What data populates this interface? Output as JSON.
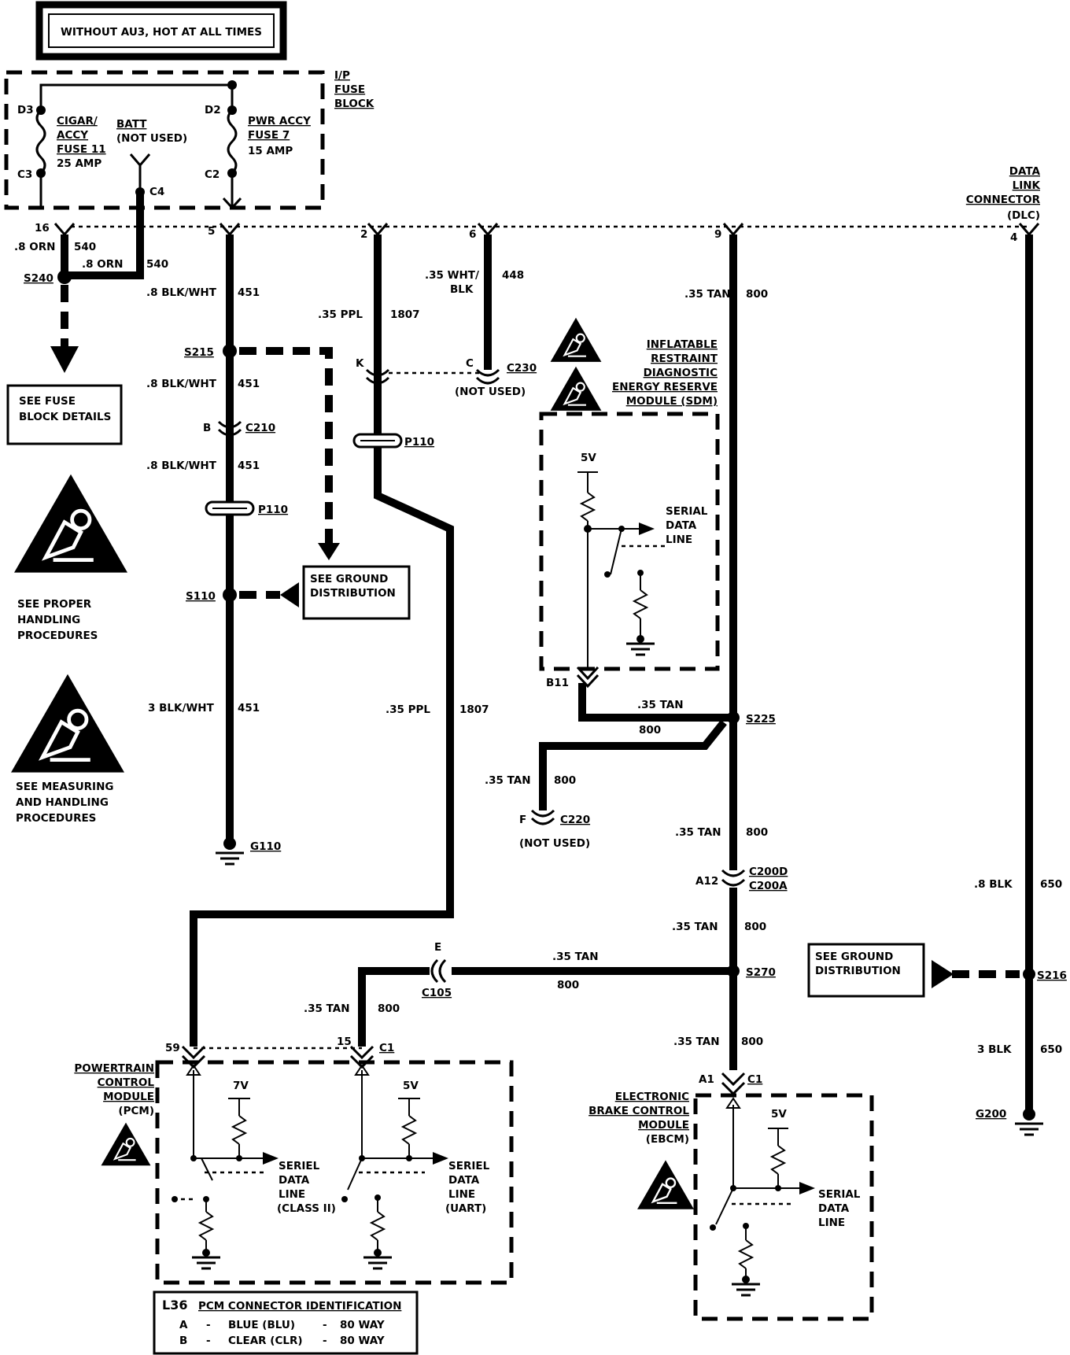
{
  "header": {
    "title": "WITHOUT AU3, HOT AT ALL TIMES"
  },
  "fuse_block": {
    "title": [
      "I/P",
      "FUSE",
      "BLOCK"
    ],
    "left_top_pin": "D3",
    "left_bottom_pin": "C3",
    "right_top_pin": "D2",
    "right_bottom_pin": "C2",
    "c4_pin": "C4",
    "fuse11": [
      "CIGAR/",
      "ACCY",
      "FUSE 11",
      "25 AMP"
    ],
    "batt": [
      "BATT",
      "(NOT USED)"
    ],
    "fuse7": [
      "PWR ACCY",
      "FUSE 7",
      "15 AMP"
    ]
  },
  "dlc": {
    "title": [
      "DATA",
      "LINK",
      "CONNECTOR"
    ],
    "abbr": "(DLC)",
    "pins": {
      "p16": "16",
      "p5": "5",
      "p2": "2",
      "p6": "6",
      "p9": "9",
      "p4": "4"
    }
  },
  "wires": {
    "w540_left": ".8 ORN",
    "w540_left_num": "540",
    "w540_right": ".8 ORN",
    "w540_right_num": "540",
    "w451_a": ".8 BLK/WHT",
    "w451_a_num": "451",
    "w451_b": ".8 BLK/WHT",
    "w451_b_num": "451",
    "w451_c": ".8 BLK/WHT",
    "w451_c_num": "451",
    "w451_d": "3 BLK/WHT",
    "w451_d_num": "451",
    "w1807_a": ".35 PPL",
    "w1807_a_num": "1807",
    "w1807_b": ".35 PPL",
    "w1807_b_num": "1807",
    "w448": [
      ".35 WHT/",
      "BLK"
    ],
    "w448_num": "448",
    "w800_a": ".35 TAN",
    "w800_a_num": "800",
    "w800_b": ".35 TAN",
    "w800_b_num": "800",
    "w800_c": ".35 TAN",
    "w800_c_num": "800",
    "w800_d": ".35 TAN",
    "w800_d_num": "800",
    "w800_e": ".35 TAN",
    "w800_e_num": "800",
    "w800_f": ".35 TAN",
    "w800_f_num": "800",
    "w800_g": ".35 TAN",
    "w800_g_num": "800",
    "w800_h": ".35 TAN",
    "w800_h_num": "800",
    "w650_a": ".8 BLK",
    "w650_a_num": "650",
    "w650_b": "3 BLK",
    "w650_b_num": "650"
  },
  "splices": {
    "s240": "S240",
    "s215a": "S215",
    "s110": "S110",
    "s225": "S225",
    "s270": "S270",
    "s216": "S216"
  },
  "connectors": {
    "c210_pin": "B",
    "c210": "C210",
    "p110a": "P110",
    "p110b": "P110",
    "c230_k": "K",
    "c230_c": "C",
    "c230": "C230",
    "c230_note": "(NOT USED)",
    "c220_pin": "F",
    "c220": "C220",
    "c220_note": "(NOT USED)",
    "c200_pin": "A12",
    "c200d": "C200D",
    "c200a": "C200A",
    "c105_pin": "E",
    "c105": "C105",
    "b11": "B11",
    "pcm_pin59": "59",
    "pcm_pin15": "15",
    "pcm_c1": "C1",
    "ebcm_a1": "A1",
    "ebcm_c1": "C1"
  },
  "grounds": {
    "g110": "G110",
    "g200": "G200"
  },
  "notes": {
    "see_fuse": [
      "SEE FUSE",
      "BLOCK DETAILS"
    ],
    "see_ground_a": [
      "SEE GROUND",
      "DISTRIBUTION"
    ],
    "see_ground_b": [
      "SEE GROUND",
      "DISTRIBUTION"
    ],
    "proper_handling": [
      "SEE PROPER",
      "HANDLING",
      "PROCEDURES"
    ],
    "measuring": [
      "SEE MEASURING",
      "AND HANDLING",
      "PROCEDURES"
    ]
  },
  "sdm": {
    "title": [
      "INFLATABLE",
      "RESTRAINT",
      "DIAGNOSTIC",
      "ENERGY RESERVE"
    ],
    "title_last": "MODULE (SDM)",
    "voltage": "5V",
    "line": [
      "SERIAL",
      "DATA",
      "LINE"
    ]
  },
  "pcm": {
    "title": [
      "POWERTRAIN",
      "CONTROL",
      "MODULE"
    ],
    "abbr": "(PCM)",
    "v1": "7V",
    "v2": "5V",
    "line1": [
      "SERIEL",
      "DATA",
      "LINE",
      "(CLASS II)"
    ],
    "line2": [
      "SERIEL",
      "DATA",
      "LINE",
      "(UART)"
    ]
  },
  "ebcm": {
    "title": [
      "ELECTRONIC",
      "BRAKE CONTROL",
      "MODULE"
    ],
    "abbr": "(EBCM)",
    "voltage": "5V",
    "line": [
      "SERIAL",
      "DATA",
      "LINE"
    ]
  },
  "legend": {
    "code": "L36",
    "title": "PCM CONNECTOR IDENTIFICATION",
    "rows": [
      {
        "letter": "A",
        "desc": "BLUE (BLU)",
        "size": "80 WAY"
      },
      {
        "letter": "B",
        "desc": "CLEAR (CLR)",
        "size": "80 WAY"
      }
    ],
    "dash": "-"
  }
}
